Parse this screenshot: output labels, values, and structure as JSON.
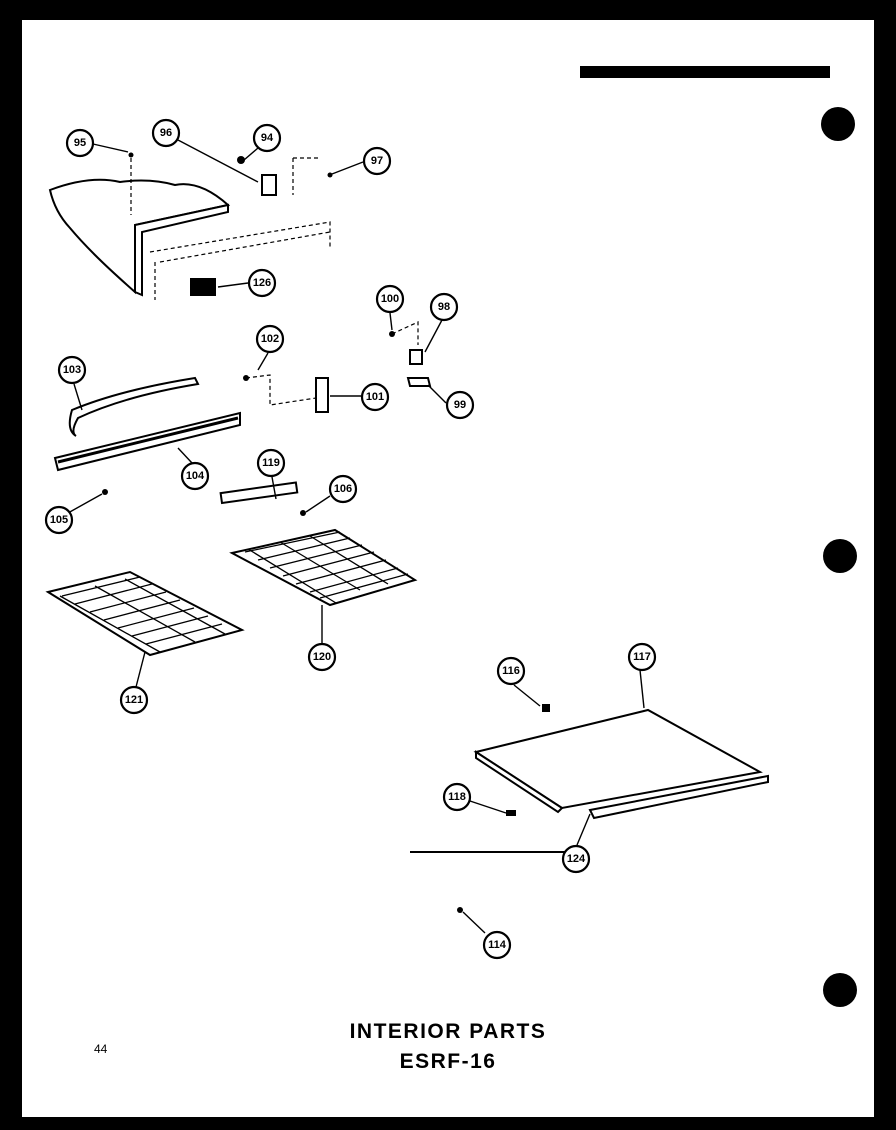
{
  "title": "INTERIOR PARTS",
  "model": "ESRF-16",
  "page_number": "44",
  "callouts": [
    "95",
    "96",
    "94",
    "97",
    "126",
    "100",
    "98",
    "99",
    "102",
    "103",
    "101",
    "104",
    "105",
    "119",
    "106",
    "120",
    "121",
    "116",
    "117",
    "118",
    "124",
    "114"
  ]
}
